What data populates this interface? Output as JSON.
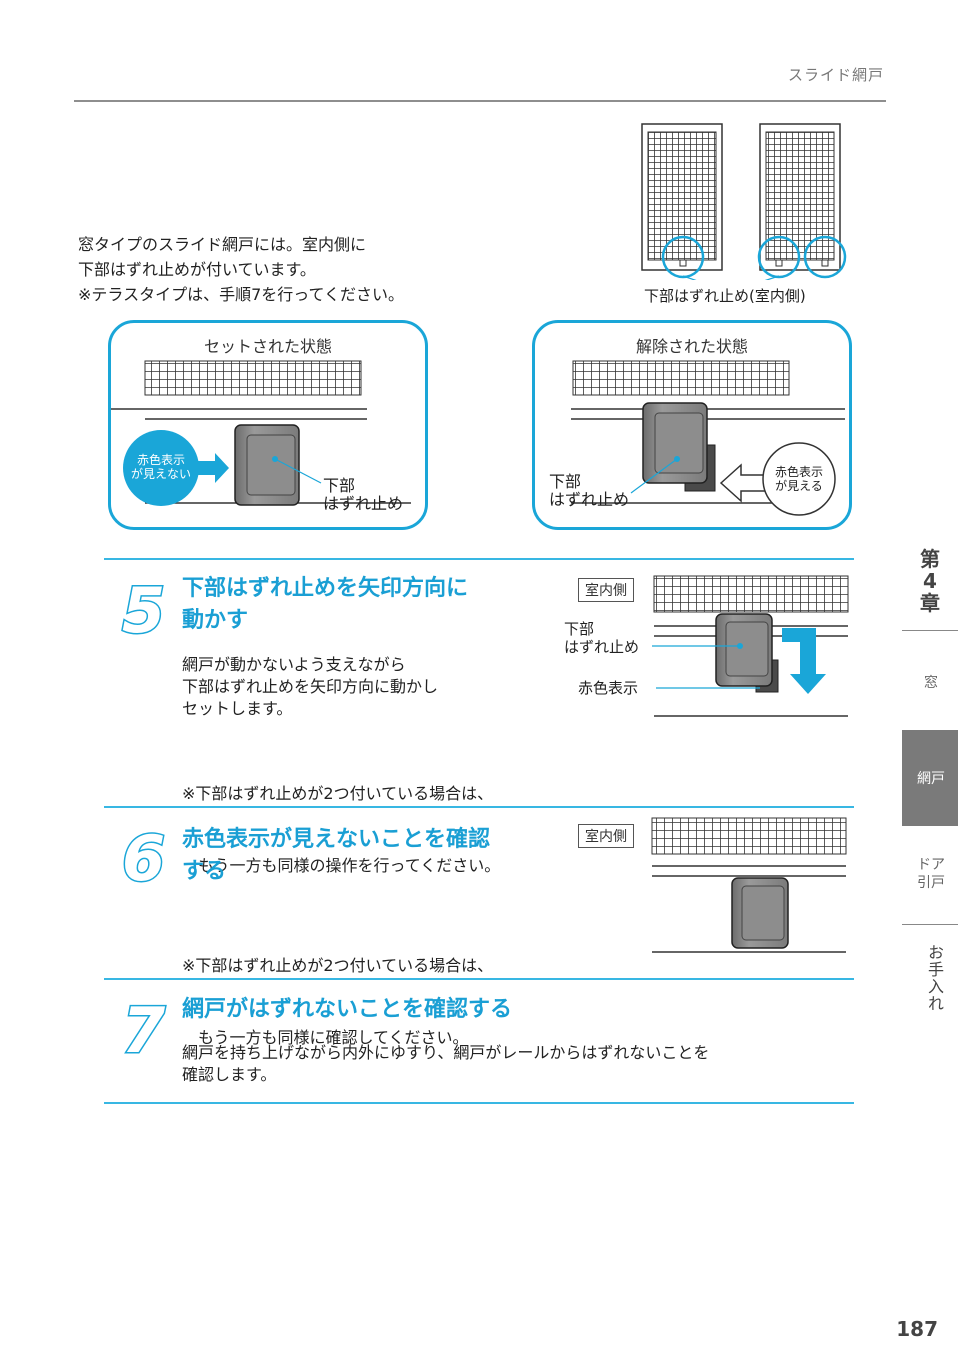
{
  "header": {
    "section_title": "スライド網戸"
  },
  "intro": {
    "lines": [
      "窓タイプのスライド網戸には。室内側に",
      "下部はずれ止めが付いています。",
      "※テラスタイプは、手順7を行ってください。"
    ]
  },
  "top_figure": {
    "caption": "下部はずれ止め(室内側)"
  },
  "callouts": {
    "set": {
      "title": "セットされた状態",
      "bubble": [
        "赤色表示",
        "が見えない"
      ],
      "part_label": [
        "下部",
        "はずれ止め"
      ]
    },
    "released": {
      "title": "解除された状態",
      "bubble": [
        "赤色表示",
        "が見える"
      ],
      "part_label": [
        "下部",
        "はずれ止め"
      ]
    }
  },
  "steps": [
    {
      "number": "5",
      "title_lines": [
        "下部はずれ止めを矢印方向に",
        "動かす"
      ],
      "body_lines": [
        "網戸が動かないよう支えながら",
        "下部はずれ止めを矢印方向に動かし",
        "セットします。"
      ],
      "note_lines": [
        "※下部はずれ止めが2つ付いている場合は、",
        "　もう一方も同様の操作を行ってください。"
      ],
      "fig_tag": "室内側",
      "fig_labels": {
        "part": [
          "下部",
          "はずれ止め"
        ],
        "red": "赤色表示"
      }
    },
    {
      "number": "6",
      "title_lines": [
        "赤色表示が見えないことを確認",
        "する"
      ],
      "note_lines": [
        "※下部はずれ止めが2つ付いている場合は、",
        "　もう一方も同様に確認してください。"
      ],
      "fig_tag": "室内側"
    },
    {
      "number": "7",
      "title_lines": [
        "網戸がはずれないことを確認する"
      ],
      "body_lines": [
        "網戸を持ち上げながら内外にゆすり、網戸がレールからはずれないことを",
        "確認します。"
      ]
    }
  ],
  "side_tabs": {
    "chapter": [
      "第",
      "4",
      "章"
    ],
    "items": [
      "窓",
      "網戸",
      "ドア\n引戸",
      "お手入れ"
    ],
    "active": "網戸"
  },
  "page_number": "187",
  "colors": {
    "accent": "#1aa6d8",
    "tab_active": "#7a7a7a"
  }
}
